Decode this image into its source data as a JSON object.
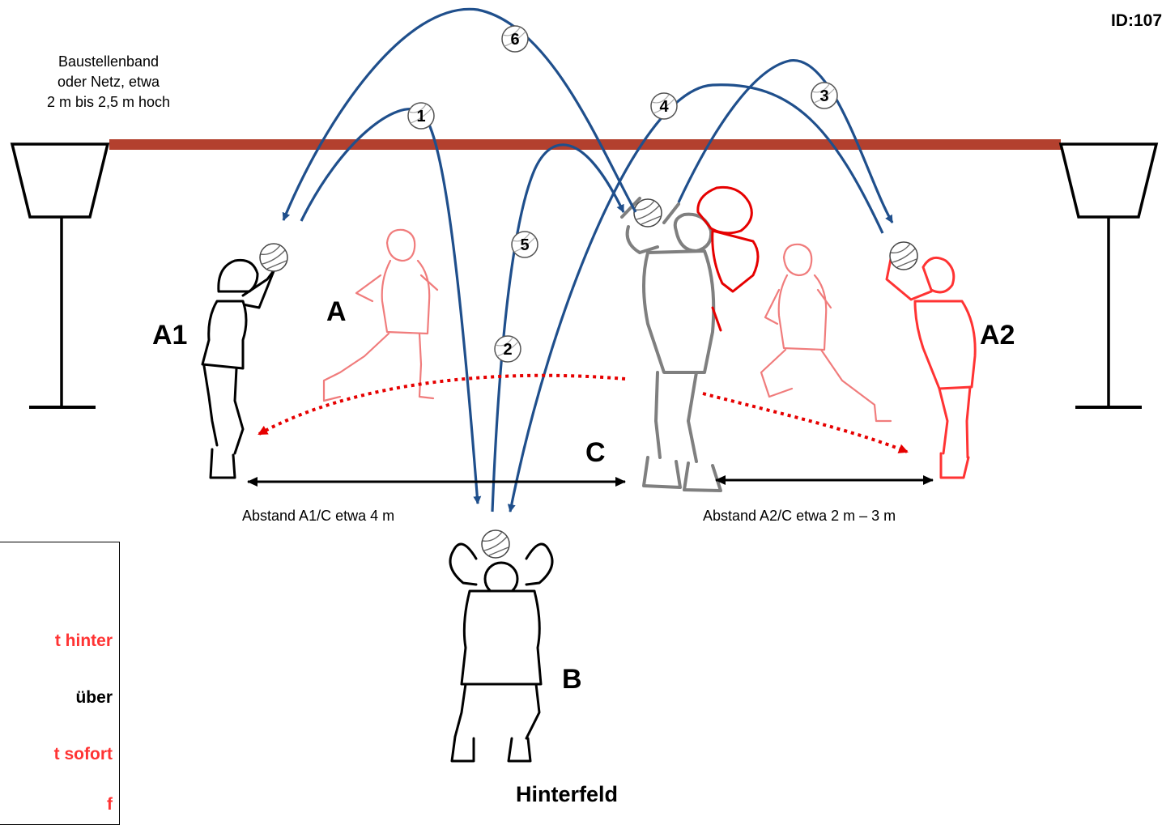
{
  "id_label": "ID:107",
  "band_label": [
    "Baustellenband",
    "oder Netz, etwa",
    "2 m bis 2,5 m hoch"
  ],
  "players": {
    "a1": "A1",
    "a": "A",
    "a2": "A2",
    "b": "B",
    "c": "C"
  },
  "distance_labels": {
    "a1_c": "Abstand   A1/C  etwa 4 m",
    "a2_c": "Abstand   A2/C  etwa 2 m – 3 m"
  },
  "zone_label": "Hinterfeld",
  "info_box_lines": [
    {
      "text": "t  hinter",
      "color": "#ff3333"
    },
    {
      "text": "über",
      "color": "#000000"
    },
    {
      "text": "t sofort",
      "color": "#ff3333"
    },
    {
      "text": "f",
      "color": "#ff3333"
    }
  ],
  "ball_numbers": [
    "1",
    "2",
    "3",
    "4",
    "5",
    "6"
  ],
  "colors": {
    "net": "#b3402e",
    "pass_arrows": "#1f4f8c",
    "run_path": "#e60000",
    "red_player": "#ff3333"
  },
  "icons": [
    "volleyball-icon",
    "net-post-icon",
    "player-figure-icon"
  ]
}
